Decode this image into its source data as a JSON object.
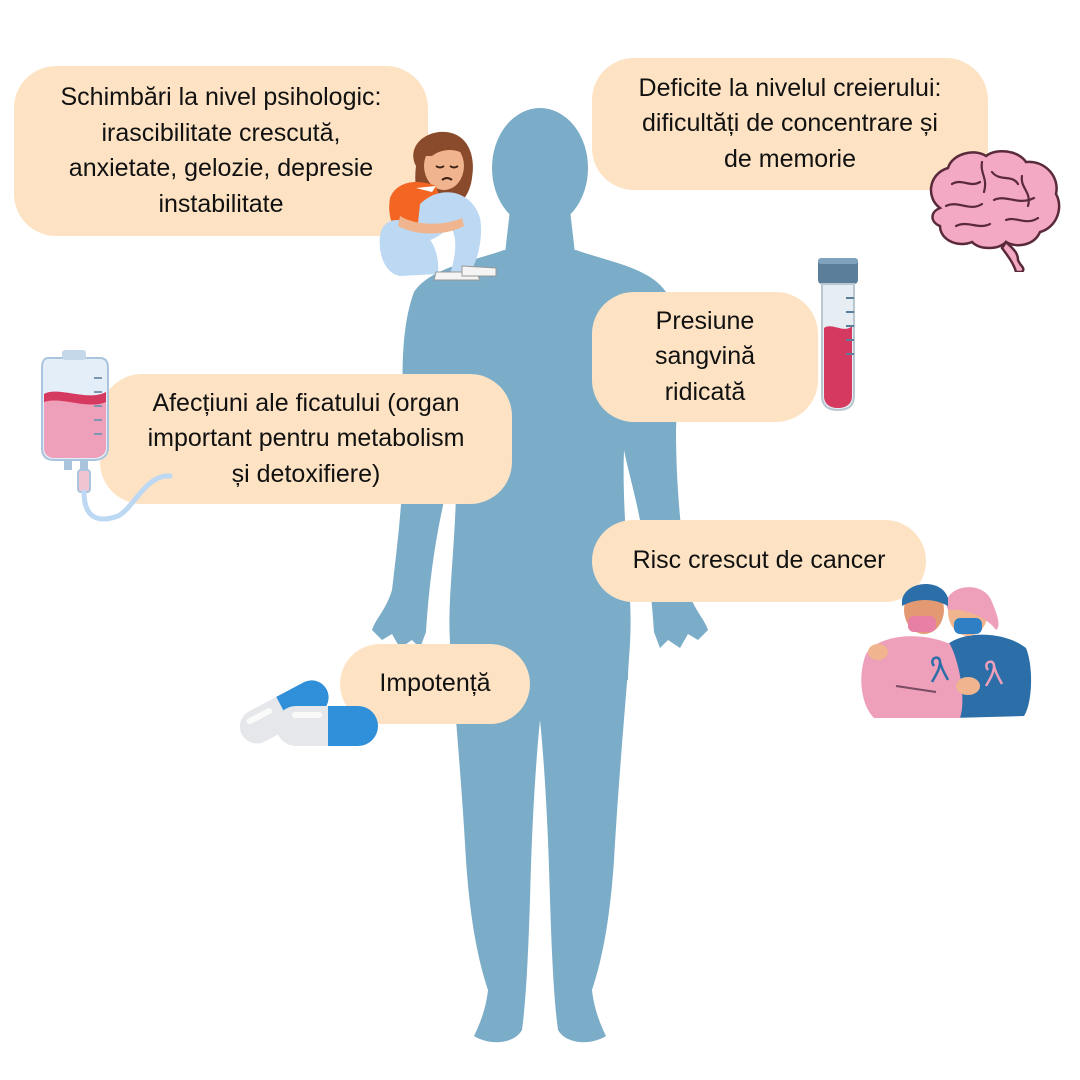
{
  "colors": {
    "background": "#ffffff",
    "bubble": "#fde3c4",
    "silhouette": "#7bacc8",
    "text": "#111111"
  },
  "icons": {
    "girl": "sad-girl-sitting-icon",
    "brain": "brain-icon",
    "tube": "blood-test-tube-icon",
    "iv": "iv-bag-icon",
    "pills": "pill-capsules-icon",
    "patients": "cancer-patients-hugging-icon",
    "body": "human-body-silhouette"
  },
  "labels": {
    "psihologic": {
      "line1": "Schimbări la nivel psihologic:",
      "line2": "irascibilitate crescută,",
      "line3": "anxietate, gelozie, depresie",
      "line4": "instabilitate"
    },
    "creier": {
      "line1": "Deficite la nivelul creierului:",
      "line2": "dificultăți de concentrare și",
      "line3": "de memorie"
    },
    "presiune": {
      "line1": "Presiune",
      "line2": "sangvină",
      "line3": "ridicată"
    },
    "ficat": {
      "line1": "Afecțiuni ale ficatului (organ",
      "line2": "important pentru metabolism",
      "line3": "și detoxifiere)"
    },
    "cancer": {
      "line1": "Risc crescut de cancer"
    },
    "impotenta": {
      "line1": "Impotență"
    }
  }
}
